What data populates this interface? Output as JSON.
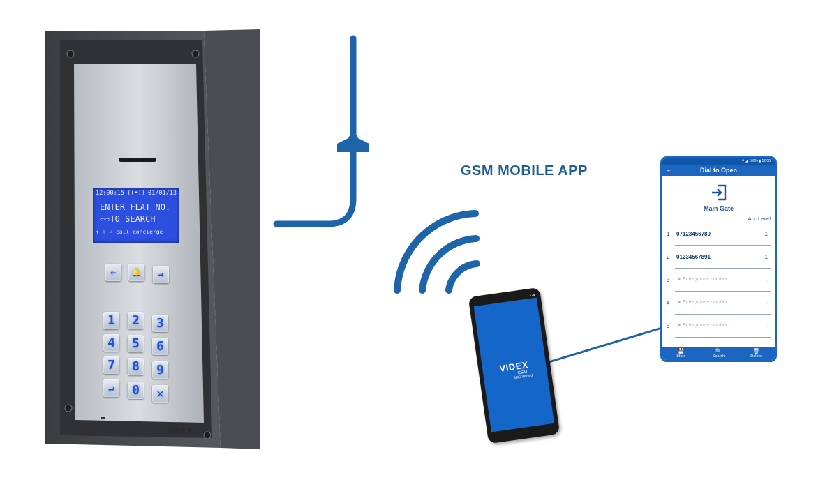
{
  "panel": {
    "lcd": {
      "time": "12:00:15",
      "signal": "((•))",
      "date": "01/01/13",
      "line1": "ENTER FLAT NO.",
      "line2": "⇦⇨TO SEARCH",
      "line3": "↑ + ⏎ call concierge"
    },
    "nav_keys": [
      "←",
      "🔔",
      "→"
    ],
    "keypad": [
      "1",
      "2",
      "3",
      "4",
      "5",
      "6",
      "7",
      "8",
      "9",
      "↵",
      "0",
      "✕"
    ],
    "brand": "VIDEX"
  },
  "title": "GSM MOBILE APP",
  "phone": {
    "status": "▾◢▮",
    "logo": "VIDEX",
    "logo_sub1": "GSM",
    "logo_sub2": "SMS Wizard"
  },
  "app": {
    "statusbar": "⚲ ◢ 100% ▮ 12:00",
    "back": "←",
    "screen_title": "Dial to Open",
    "gate_name": "Main Gate",
    "acc_header": "Acc Level",
    "rows": [
      {
        "index": "1",
        "number": "07123456789",
        "level": "1"
      },
      {
        "index": "2",
        "number": "01234567891",
        "level": "1"
      },
      {
        "index": "3",
        "placeholder": "Enter phone number",
        "level": "-"
      },
      {
        "index": "4",
        "placeholder": "Enter phone number",
        "level": "-"
      },
      {
        "index": "5",
        "placeholder": "Enter phone number",
        "level": "-"
      }
    ],
    "bottom": [
      {
        "icon": "💾",
        "label": "Store"
      },
      {
        "icon": "🔍",
        "label": "Search"
      },
      {
        "icon": "🗑",
        "label": "Delete"
      }
    ],
    "accent": "#1b66c0"
  },
  "colors": {
    "title": "#1f5d98",
    "cable": "#1e64a8"
  }
}
